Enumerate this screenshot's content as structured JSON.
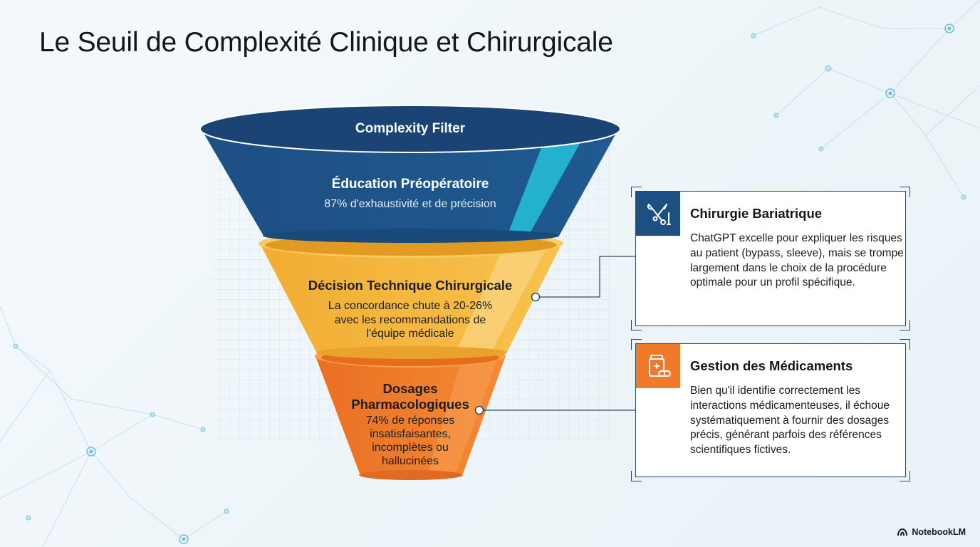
{
  "title": "Le Seuil de Complexité Clinique et Chirurgicale",
  "funnel": {
    "header": "Complexity Filter",
    "levels": [
      {
        "title": "Éducation Préopératoire",
        "desc": "87% d'exhaustivité et de précision",
        "color": "#1c4f82"
      },
      {
        "title": "Décision Technique Chirurgicale",
        "desc_lines": [
          "La concordance chute à 20-26%",
          "avec les recommandations de",
          "l'équipe médicale"
        ],
        "color": "#f4b440"
      },
      {
        "title_lines": [
          "Dosages",
          "Pharmacologiques"
        ],
        "desc_lines": [
          "74% de réponses",
          "insatisfaisantes,",
          "incomplètes ou",
          "hallucinées"
        ],
        "color": "#f07a2a"
      }
    ]
  },
  "cards": [
    {
      "icon": "surgical-tools-icon",
      "accent": "#1c4f82",
      "title": "Chirurgie Bariatrique",
      "body": "ChatGPT excelle pour expliquer les risques au patient (bypass, sleeve), mais se trompe largement dans le choix de la procédure optimale pour un profil spécifique."
    },
    {
      "icon": "medication-icon",
      "accent": "#f07a2a",
      "title": "Gestion des Médicaments",
      "body": "Bien qu'il identifie correctement les interactions médicamenteuses, il échoue systématiquement à fournir des dosages précis, générant parfois des références scientifiques fictives."
    }
  ],
  "brand": "NotebookLM"
}
